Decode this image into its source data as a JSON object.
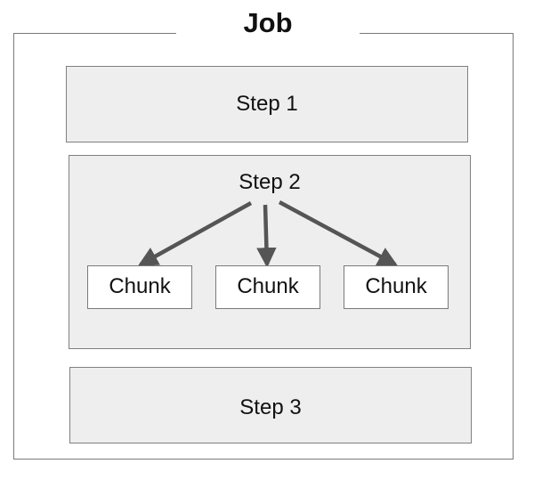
{
  "job": {
    "title": "Job"
  },
  "steps": [
    {
      "label": "Step 1"
    },
    {
      "label": "Step 2"
    },
    {
      "label": "Step 3"
    }
  ],
  "chunks": [
    {
      "label": "Chunk"
    },
    {
      "label": "Chunk"
    },
    {
      "label": "Chunk"
    }
  ],
  "colors": {
    "step_fill": "#eeeeee",
    "border": "#7a7a7a",
    "arrow": "#555555"
  }
}
